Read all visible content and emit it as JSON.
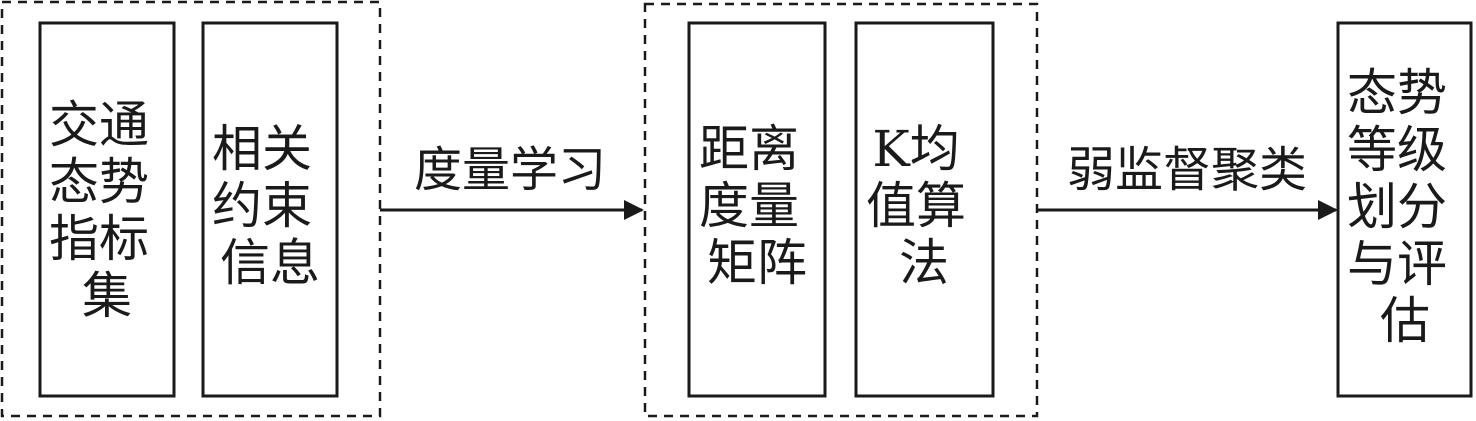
{
  "groups": [
    {
      "id": "input-group",
      "boxes": [
        {
          "id": "traffic-indicators",
          "lines": [
            "交通",
            "态势",
            "指标",
            "集"
          ]
        },
        {
          "id": "constraint-info",
          "lines": [
            "相关",
            "约束",
            "信息"
          ]
        }
      ]
    },
    {
      "id": "method-group",
      "boxes": [
        {
          "id": "distance-matrix",
          "lines": [
            "距离",
            "度量",
            "矩阵"
          ]
        },
        {
          "id": "kmeans",
          "lines": [
            "K均",
            "值算",
            "法"
          ]
        }
      ]
    }
  ],
  "output_box": {
    "id": "grading",
    "lines": [
      "态势",
      "等级",
      "划分",
      "与评",
      "估"
    ]
  },
  "edges": [
    {
      "id": "metric-learning",
      "label": "度量学习"
    },
    {
      "id": "weak-supervised-clustering",
      "label": "弱监督聚类"
    }
  ]
}
